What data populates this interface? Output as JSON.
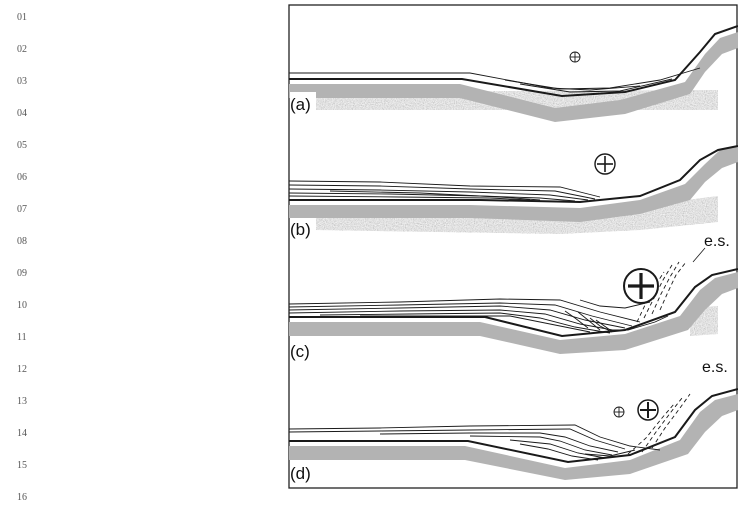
{
  "line_numbers": [
    "01",
    "02",
    "03",
    "04",
    "05",
    "06",
    "07",
    "08",
    "09",
    "10",
    "11",
    "12",
    "13",
    "14",
    "15",
    "16"
  ],
  "figure": {
    "panels": [
      {
        "label": "(a)",
        "annotation": ""
      },
      {
        "label": "(b)",
        "annotation": ""
      },
      {
        "label": "(c)",
        "annotation": "e.s."
      },
      {
        "label": "(d)",
        "annotation": "e.s."
      }
    ],
    "colors": {
      "frame": "#222222",
      "basement": "#b3b3b3",
      "ink": "#1a1a1a",
      "seismic": "#555555"
    }
  }
}
